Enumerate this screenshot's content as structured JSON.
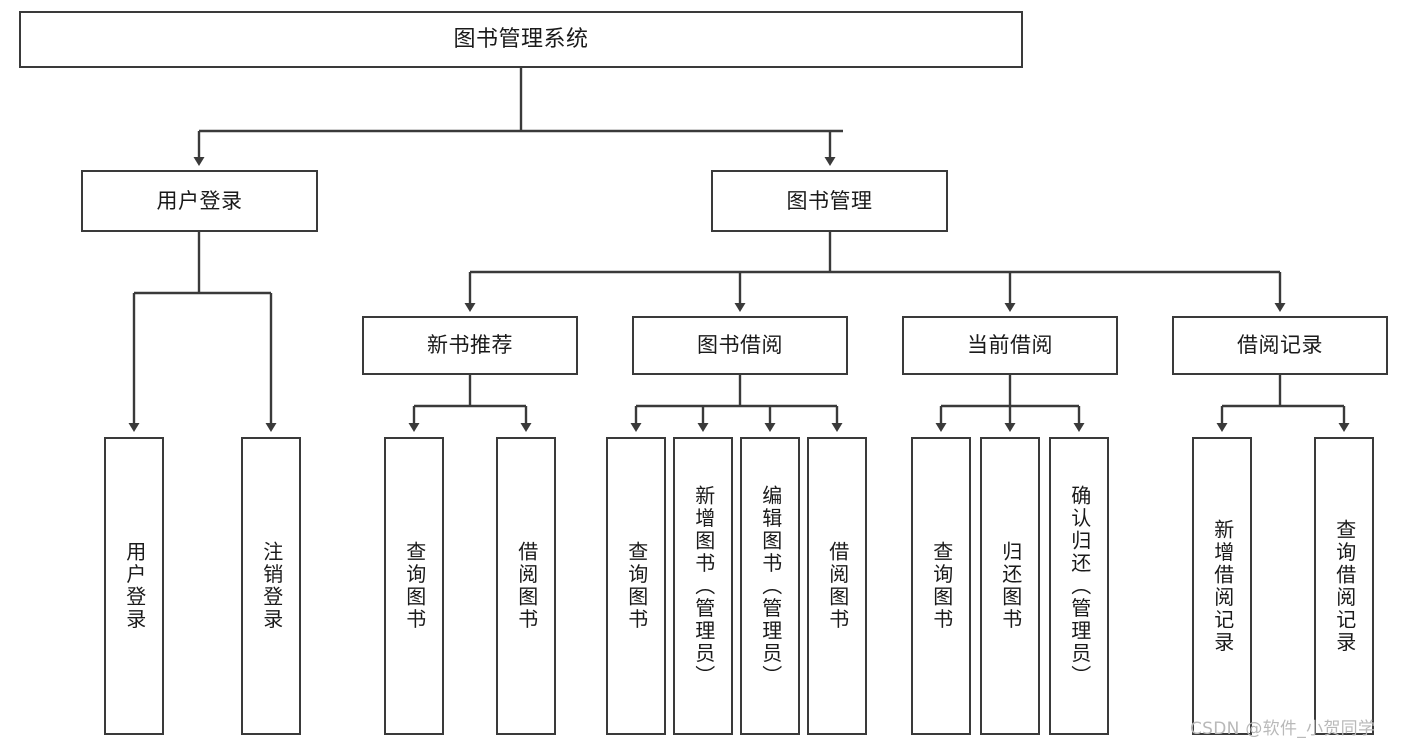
{
  "diagram": {
    "title": "图书管理系统",
    "type": "tree-hierarchy-diagram",
    "background_color": "#ffffff",
    "box_border_color": "#3a3a3a",
    "edge_color": "#3a3a3a",
    "text_color": "#1a1a1a",
    "levels": {
      "root": [
        "图书管理系统"
      ],
      "level2": [
        "用户登录",
        "图书管理"
      ],
      "level3": [
        "新书推荐",
        "图书借阅",
        "当前借阅",
        "借阅记录"
      ],
      "leaves": [
        "用户登录",
        "注销登录",
        "查询图书",
        "借阅图书",
        "查询图书",
        "新增图书（管理员）",
        "编辑图书（管理员）",
        "借阅图书",
        "查询图书",
        "归还图书",
        "确认归还（管理员）",
        "新增借阅记录",
        "查询借阅记录"
      ]
    },
    "nodes": {
      "root": {
        "label": "图书管理系统"
      },
      "user_login": {
        "label": "用户登录"
      },
      "book_manage": {
        "label": "图书管理"
      },
      "new_book_rec": {
        "label": "新书推荐"
      },
      "book_borrow": {
        "label": "图书借阅"
      },
      "current_borrow": {
        "label": "当前借阅"
      },
      "borrow_record": {
        "label": "借阅记录"
      },
      "leaf_user_login": {
        "label": "用户登录"
      },
      "leaf_logout": {
        "label": "注销登录"
      },
      "leaf_query_book_1": {
        "label": "查询图书"
      },
      "leaf_borrow_book_1": {
        "label": "借阅图书"
      },
      "leaf_query_book_2": {
        "label": "查询图书"
      },
      "leaf_add_book": {
        "label": "新增图书（管理员）"
      },
      "leaf_edit_book": {
        "label": "编辑图书（管理员）"
      },
      "leaf_borrow_book_2": {
        "label": "借阅图书"
      },
      "leaf_query_book_3": {
        "label": "查询图书"
      },
      "leaf_return_book": {
        "label": "归还图书"
      },
      "leaf_confirm_return": {
        "label": "确认归还（管理员）"
      },
      "leaf_add_record": {
        "label": "新增借阅记录"
      },
      "leaf_query_record": {
        "label": "查询借阅记录"
      }
    },
    "watermark": "CSDN @软件_小贺同学"
  }
}
